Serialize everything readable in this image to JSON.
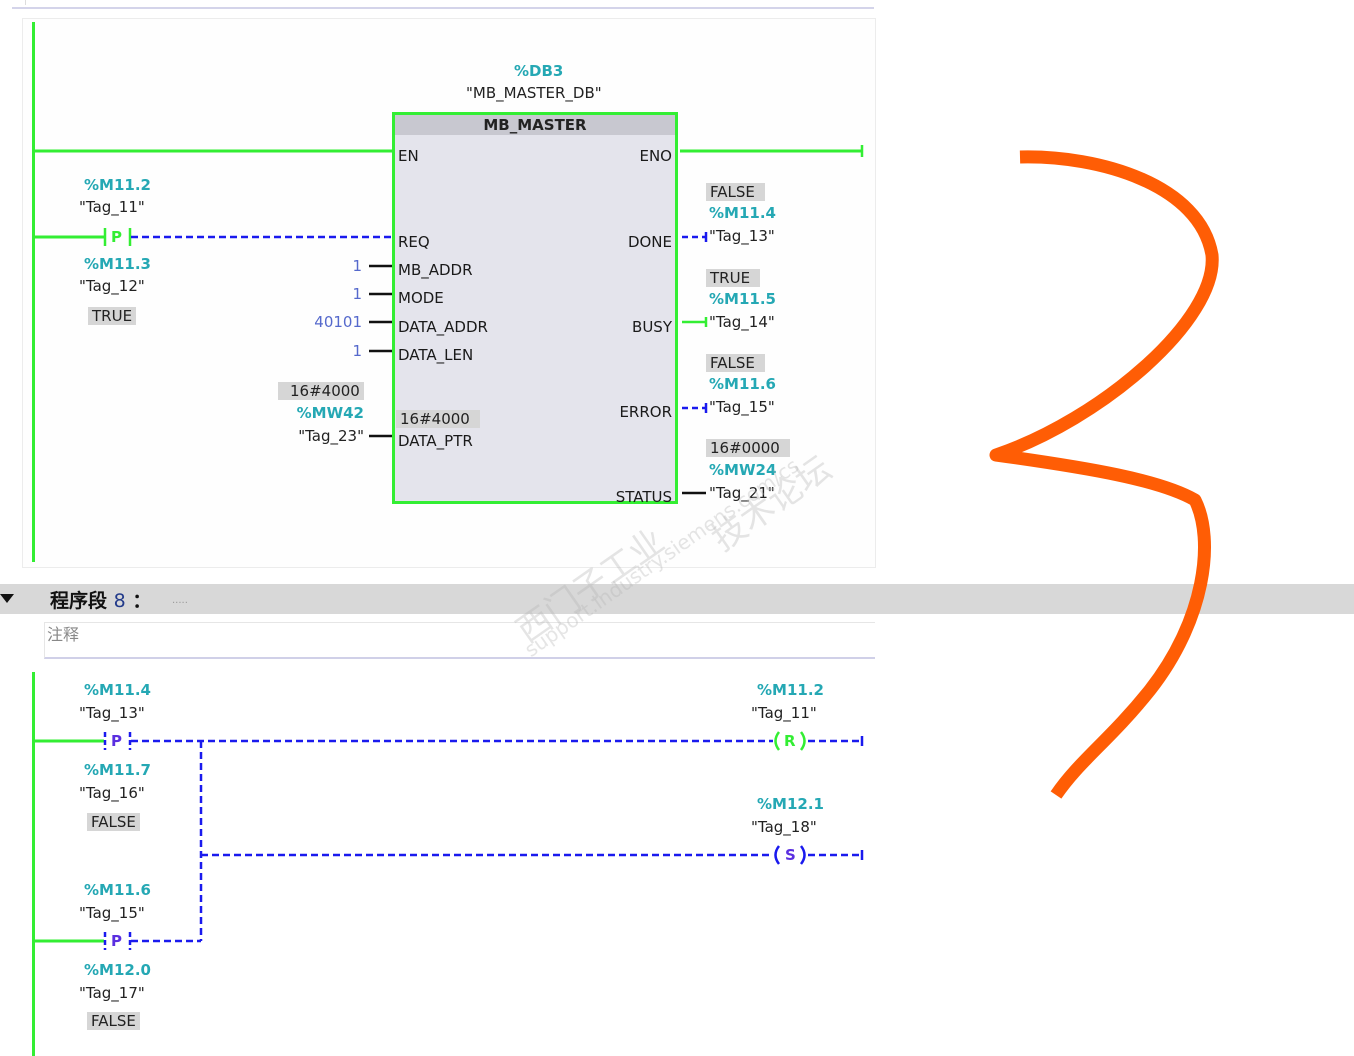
{
  "network7": {
    "instance_db": {
      "address": "%DB3",
      "name": "\"MB_MASTER_DB\""
    },
    "block": {
      "title": "MB_MASTER",
      "inputs": [
        "EN",
        "REQ",
        "MB_ADDR",
        "MODE",
        "DATA_ADDR",
        "DATA_LEN",
        "DATA_PTR"
      ],
      "outputs": [
        "ENO",
        "DONE",
        "BUSY",
        "ERROR",
        "STATUS"
      ],
      "data_ptr_value": "16#4000"
    },
    "req_contact": {
      "address": "%M11.2",
      "tag": "\"Tag_11\"",
      "type": "P"
    },
    "edge_memory": {
      "address": "%M11.3",
      "tag": "\"Tag_12\"",
      "value": "TRUE"
    },
    "params": {
      "mb_addr": "1",
      "mode": "1",
      "data_addr": "40101",
      "data_len": "1"
    },
    "data_ptr": {
      "value": "16#4000",
      "address": "%MW42",
      "tag": "\"Tag_23\""
    },
    "done": {
      "value": "FALSE",
      "address": "%M11.4",
      "tag": "\"Tag_13\""
    },
    "busy": {
      "value": "TRUE",
      "address": "%M11.5",
      "tag": "\"Tag_14\""
    },
    "error": {
      "value": "FALSE",
      "address": "%M11.6",
      "tag": "\"Tag_15\""
    },
    "status": {
      "value": "16#0000",
      "address": "%MW24",
      "tag": "\"Tag_21\""
    }
  },
  "network8": {
    "header": {
      "label": "程序段",
      "number": "8",
      "colon": "：",
      "title_placeholder": "....."
    },
    "comment_placeholder": "注释",
    "contact1": {
      "address": "%M11.4",
      "tag": "\"Tag_13\"",
      "type": "P"
    },
    "edge1": {
      "address": "%M11.7",
      "tag": "\"Tag_16\"",
      "value": "FALSE"
    },
    "contact2": {
      "address": "%M11.6",
      "tag": "\"Tag_15\"",
      "type": "P"
    },
    "edge2": {
      "address": "%M12.0",
      "tag": "\"Tag_17\"",
      "value": "FALSE"
    },
    "coil_reset": {
      "address": "%M11.2",
      "tag": "\"Tag_11\"",
      "type": "R"
    },
    "coil_set": {
      "address": "%M12.1",
      "tag": "\"Tag_18\"",
      "type": "S"
    }
  },
  "annotation": {
    "label": "3",
    "color": "#ff5a00"
  },
  "watermark": {
    "line1": "西门子工业",
    "line2": "support.industry.siemens.com/cs",
    "line3": "技术论坛"
  },
  "colors": {
    "power_flow": "#33ee33",
    "no_flow": "#1a1aee",
    "address": "#25a8b4"
  }
}
